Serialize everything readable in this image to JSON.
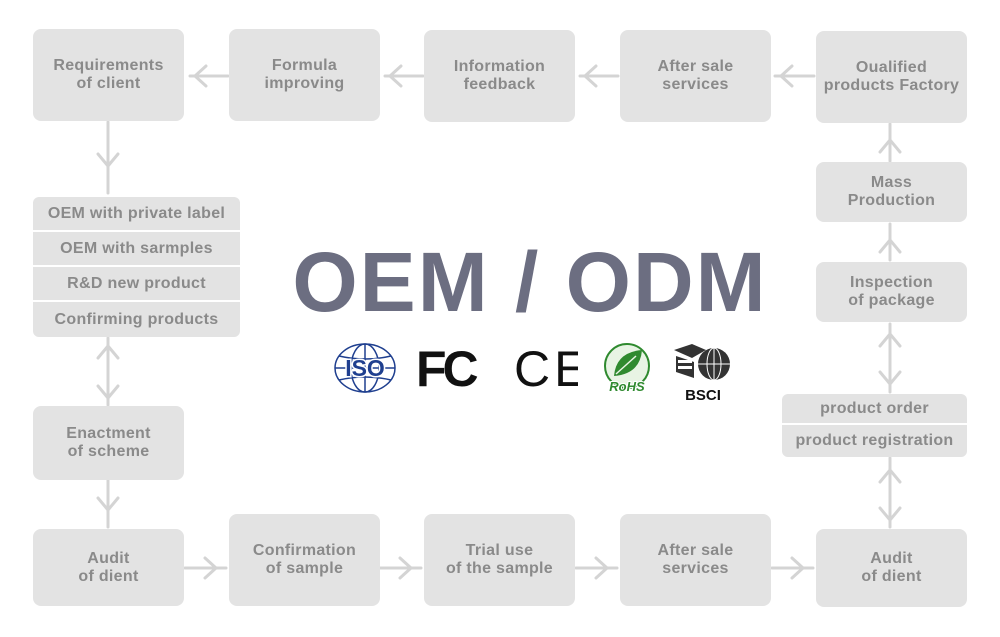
{
  "title": "OEM / ODM",
  "steps": {
    "requirements": "Requirements\nof client",
    "formula": "Formula\nimproving",
    "info_feedback": "Information\nfeedback",
    "after_sale_top": "After sale\nservices",
    "qualified": "Oualified\nproducts Factory",
    "mass": "Mass\nProduction",
    "inspection": "Inspection\nof package",
    "enactment": "Enactment\nof scheme",
    "audit_left": "Audit\nof dient",
    "confirmation": "Confirmation\nof sample",
    "trial": "Trial use\nof the sample",
    "after_sale_bottom": "After sale\nservices",
    "audit_right": "Audit\nof dient"
  },
  "oem_options": [
    "OEM with private label",
    "OEM with sarmples",
    "R&D new product",
    "Confirming products"
  ],
  "order_steps": [
    "product order",
    "product registration"
  ],
  "logos": {
    "iso": "ISO",
    "fc": "FC",
    "ce": "CE",
    "rohs": "RoHS",
    "bsci": "BSCI"
  },
  "colors": {
    "box": "#e3e3e3",
    "box_text": "#8a8a8a",
    "title": "#6c6e81",
    "iso_blue": "#1f3f8f",
    "rohs_green": "#2f8a2f"
  }
}
